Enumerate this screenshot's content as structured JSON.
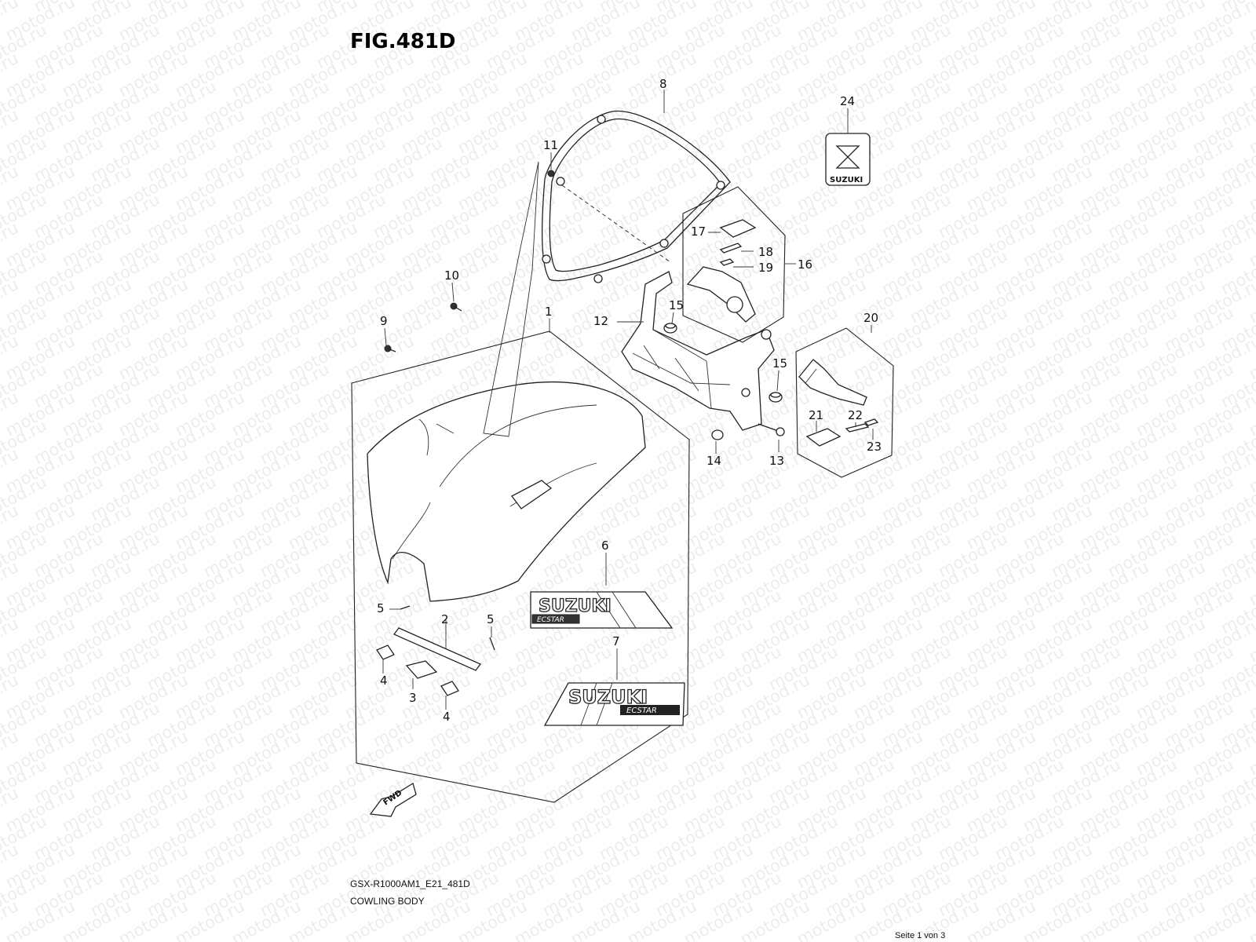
{
  "figure": {
    "title": "FIG.481D",
    "model_code": "GSX-R1000AM1_E21_481D",
    "section_name": "COWLING BODY",
    "page_indicator": "Seite 1 von 3"
  },
  "watermark": {
    "text": "motod.ru"
  },
  "decals": {
    "brand": "SUZUKI",
    "sub_brand": "ECSTAR",
    "fwd_label": "FWD"
  },
  "callouts": [
    {
      "id": "c1",
      "label": "1"
    },
    {
      "id": "c2",
      "label": "2"
    },
    {
      "id": "c3",
      "label": "3"
    },
    {
      "id": "c4a",
      "label": "4"
    },
    {
      "id": "c4b",
      "label": "4"
    },
    {
      "id": "c5a",
      "label": "5"
    },
    {
      "id": "c5b",
      "label": "5"
    },
    {
      "id": "c6",
      "label": "6"
    },
    {
      "id": "c7",
      "label": "7"
    },
    {
      "id": "c8",
      "label": "8"
    },
    {
      "id": "c9",
      "label": "9"
    },
    {
      "id": "c10",
      "label": "10"
    },
    {
      "id": "c11",
      "label": "11"
    },
    {
      "id": "c12",
      "label": "12"
    },
    {
      "id": "c13",
      "label": "13"
    },
    {
      "id": "c14",
      "label": "14"
    },
    {
      "id": "c15a",
      "label": "15"
    },
    {
      "id": "c15b",
      "label": "15"
    },
    {
      "id": "c16",
      "label": "16"
    },
    {
      "id": "c17",
      "label": "17"
    },
    {
      "id": "c18",
      "label": "18"
    },
    {
      "id": "c19",
      "label": "19"
    },
    {
      "id": "c20",
      "label": "20"
    },
    {
      "id": "c21",
      "label": "21"
    },
    {
      "id": "c22",
      "label": "22"
    },
    {
      "id": "c23",
      "label": "23"
    },
    {
      "id": "c24",
      "label": "24"
    }
  ]
}
